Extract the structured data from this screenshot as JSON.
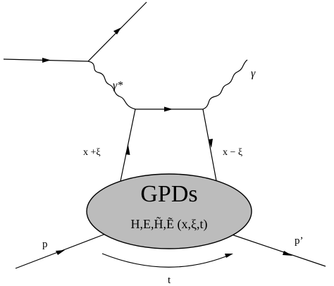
{
  "labels": {
    "virtual_photon": "γ*",
    "real_photon": "γ",
    "x_plus_xi": "x +ξ",
    "x_minus_xi": "x − ξ",
    "blob_title": "GPDs",
    "blob_functions": "H,E,H̃,Ẽ (x,ξ,t)",
    "incoming_proton": "p",
    "outgoing_proton": "p’",
    "momentum_transfer": "t"
  },
  "colors": {
    "blob_fill": "#bcbcbc",
    "line": "#000000"
  }
}
